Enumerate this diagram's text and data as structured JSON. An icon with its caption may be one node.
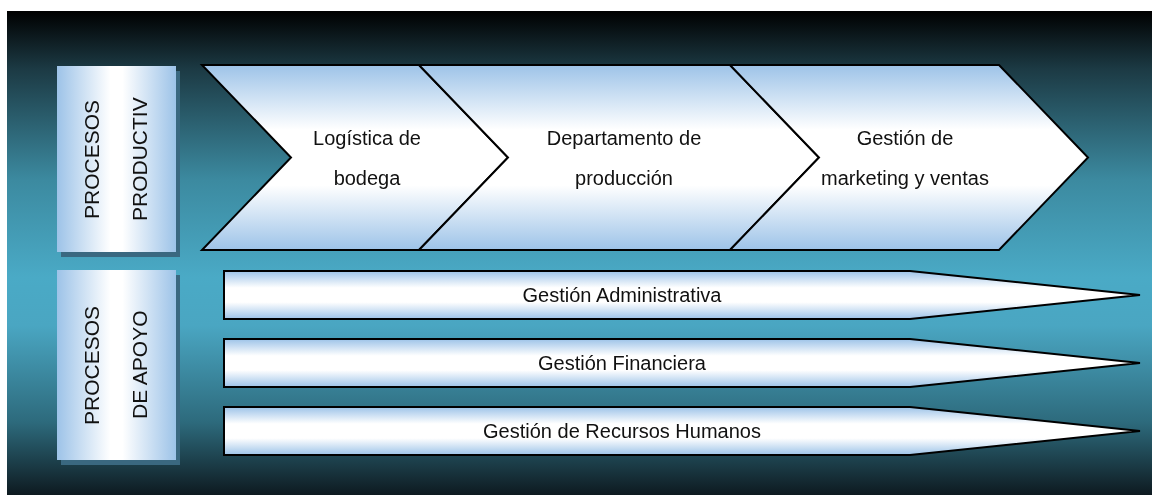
{
  "diagram": {
    "nodes": [
      {
        "text": [
          "PROCESOS PRODUCTIV"
        ]
      },
      {
        "text": [
          "Logística de bodega"
        ]
      },
      {
        "text": [
          "Departamento de producción"
        ]
      },
      {
        "text": [
          "Gestión de marketing y ventas"
        ]
      },
      {
        "text": [
          "PROCESOS DE APOYO"
        ]
      },
      {
        "text": [
          "Gestión Administrativa"
        ]
      },
      {
        "text": [
          "Gestión Financiera"
        ]
      },
      {
        "text": [
          "Gestión de Recursos Humanos"
        ]
      }
    ]
  }
}
